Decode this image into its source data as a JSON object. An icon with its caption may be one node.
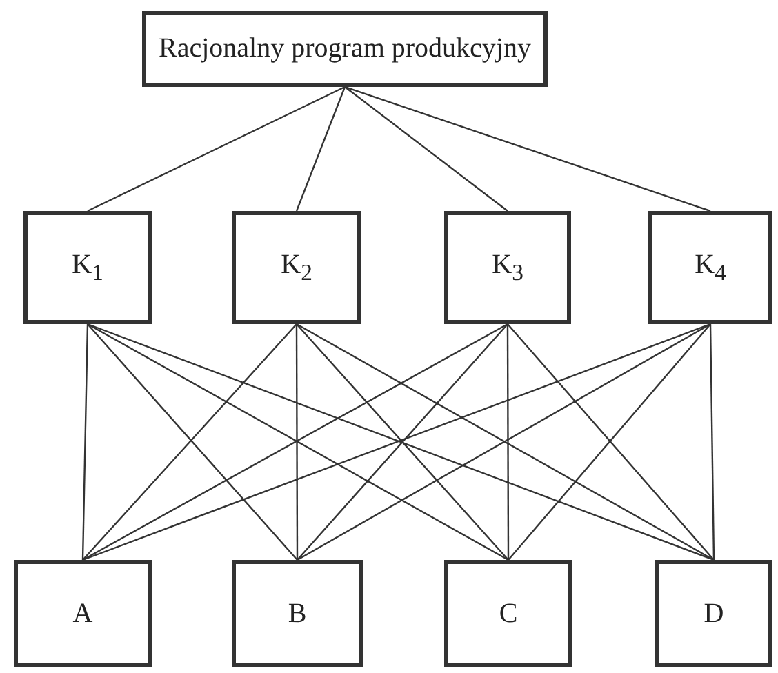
{
  "diagram": {
    "nodes": [
      {
        "text": [
          "Racjonalny program produkcyjny"
        ]
      },
      {
        "text": [
          "K$_{1}$"
        ]
      },
      {
        "text": [
          "K$_{2}$"
        ]
      },
      {
        "text": [
          "K$_{3}$"
        ]
      },
      {
        "text": [
          "K$_{4}$"
        ]
      },
      {
        "text": [
          "A"
        ]
      },
      {
        "text": [
          "B"
        ]
      },
      {
        "text": [
          "C"
        ]
      },
      {
        "text": [
          "D"
        ]
      }
    ],
    "edges": [
      {
        "from": 0,
        "to": 1,
        "arrow": "none"
      },
      {
        "from": 0,
        "to": 2,
        "arrow": "none"
      },
      {
        "from": 0,
        "to": 3,
        "arrow": "none"
      },
      {
        "from": 0,
        "to": 4,
        "arrow": "none"
      },
      {
        "from": 1,
        "to": 5,
        "arrow": "none"
      },
      {
        "from": 1,
        "to": 6,
        "arrow": "none"
      },
      {
        "from": 1,
        "to": 7,
        "arrow": "none"
      },
      {
        "from": 1,
        "to": 8,
        "arrow": "none"
      },
      {
        "from": 2,
        "to": 5,
        "arrow": "none"
      },
      {
        "from": 2,
        "to": 6,
        "arrow": "none"
      },
      {
        "from": 2,
        "to": 7,
        "arrow": "none"
      },
      {
        "from": 2,
        "to": 8,
        "arrow": "none"
      },
      {
        "from": 3,
        "to": 5,
        "arrow": "none"
      },
      {
        "from": 3,
        "to": 6,
        "arrow": "none"
      },
      {
        "from": 3,
        "to": 7,
        "arrow": "none"
      },
      {
        "from": 3,
        "to": 8,
        "arrow": "none"
      },
      {
        "from": 4,
        "to": 5,
        "arrow": "none"
      },
      {
        "from": 4,
        "to": 6,
        "arrow": "none"
      },
      {
        "from": 4,
        "to": 7,
        "arrow": "none"
      },
      {
        "from": 4,
        "to": 8,
        "arrow": "none"
      }
    ]
  }
}
